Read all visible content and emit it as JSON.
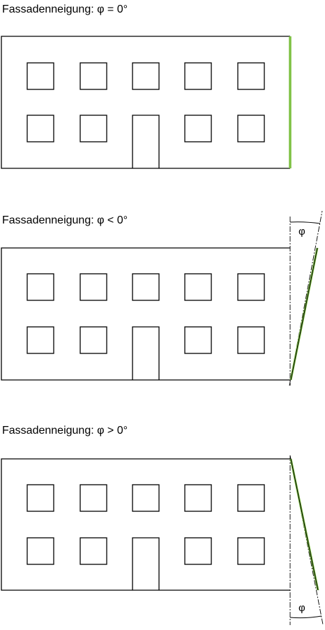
{
  "panels": [
    {
      "title": "Fassadenneigung: φ = 0°"
    },
    {
      "title": "Fassadenneigung: φ < 0°",
      "angle_label": "φ"
    },
    {
      "title": "Fassadenneigung: φ > 0°",
      "angle_label": "φ"
    }
  ],
  "colors": {
    "line": "#000000",
    "facade_highlight": "#7dc142"
  }
}
